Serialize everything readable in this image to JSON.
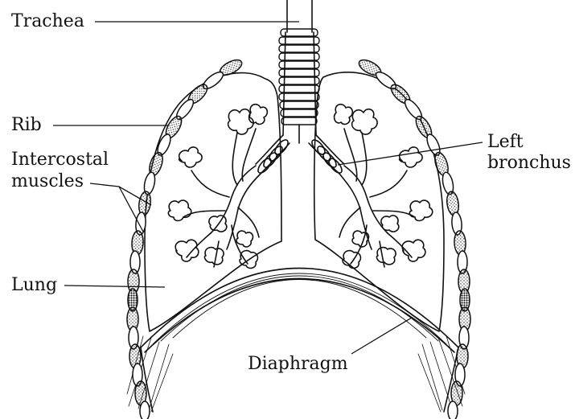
{
  "labels": {
    "trachea": "Trachea",
    "rib": "Rib",
    "intercostal_line1": "Intercostal",
    "intercostal_line2": "muscles",
    "lung": "Lung",
    "left_bronchus_line1": "Left",
    "left_bronchus_line2": "bronchus",
    "diaphragm": "Diaphragm"
  },
  "colors": {
    "stroke": "#111111",
    "background": "#ffffff"
  }
}
